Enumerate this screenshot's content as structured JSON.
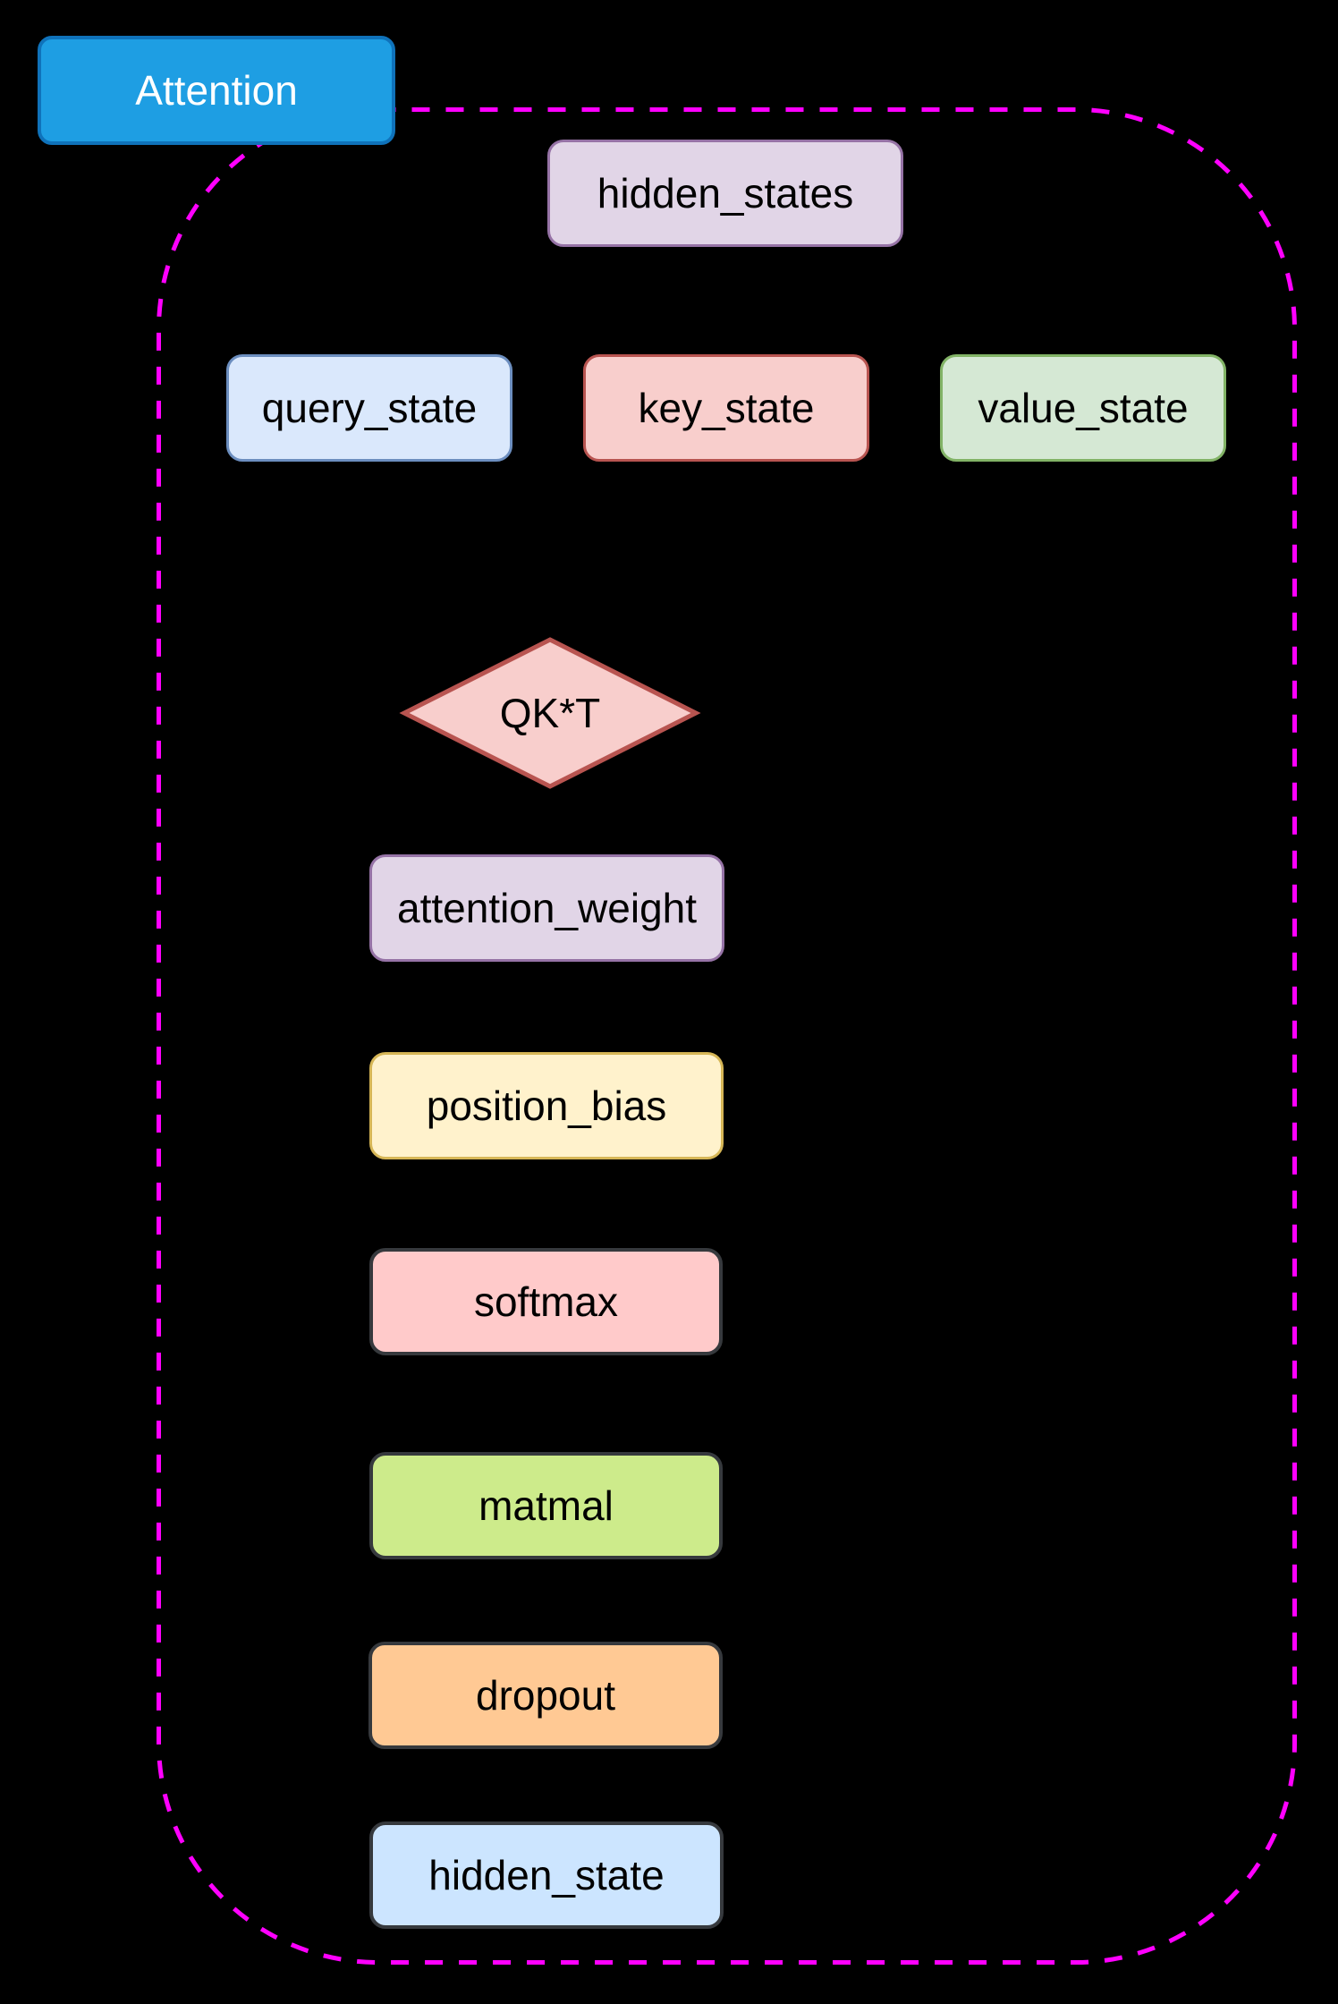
{
  "diagram": {
    "background_color": "#000000",
    "container": {
      "border_color": "#ff00ff",
      "border_style": "dashed"
    },
    "title": {
      "label": "Attention",
      "fill": "#1e9ee3",
      "border": "#0f72ba",
      "text_color": "#ffffff"
    },
    "nodes": {
      "hidden_states": {
        "label": "hidden_states",
        "shape": "rounded-rect",
        "fill": "#e1d5e7",
        "border": "#9673a6"
      },
      "query_state": {
        "label": "query_state",
        "shape": "rounded-rect",
        "fill": "#dae8fc",
        "border": "#6c8ebf"
      },
      "key_state": {
        "label": "key_state",
        "shape": "rounded-rect",
        "fill": "#f8cecc",
        "border": "#b85450"
      },
      "value_state": {
        "label": "value_state",
        "shape": "rounded-rect",
        "fill": "#d5e8d4",
        "border": "#82b366"
      },
      "qkt": {
        "label": "QK*T",
        "shape": "diamond",
        "fill": "#f8cecc",
        "border": "#b85450"
      },
      "attention_weight": {
        "label": "attention_weight",
        "shape": "rounded-rect",
        "fill": "#e1d5e7",
        "border": "#9673a6"
      },
      "position_bias": {
        "label": "position_bias",
        "shape": "rounded-rect",
        "fill": "#fff2cc",
        "border": "#d6b656"
      },
      "softmax": {
        "label": "softmax",
        "shape": "rounded-rect",
        "fill": "#ffcaca",
        "border": "#36393d"
      },
      "matmal": {
        "label": "matmal",
        "shape": "rounded-rect",
        "fill": "#cdeb8b",
        "border": "#36393d"
      },
      "dropout": {
        "label": "dropout",
        "shape": "rounded-rect",
        "fill": "#ffc994",
        "border": "#36393d"
      },
      "hidden_state": {
        "label": "hidden_state",
        "shape": "rounded-rect",
        "fill": "#cce5ff",
        "border": "#36393d"
      }
    }
  }
}
